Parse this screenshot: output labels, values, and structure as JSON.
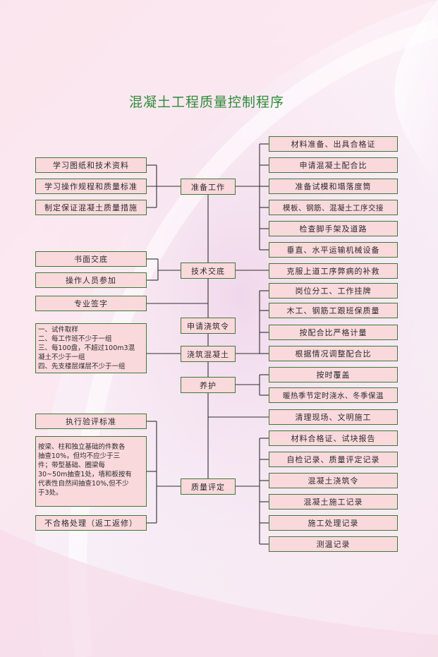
{
  "title": "混凝土工程质量控制程序",
  "center_steps": [
    "准备工作",
    "技术交底",
    "申请浇筑令",
    "浇筑混凝土",
    "养护",
    "质量评定"
  ],
  "left": {
    "prep": [
      "学习图纸和技术资料",
      "学习操作规程和质量标准",
      "制定保证混凝土质量措施"
    ],
    "tech": [
      "书面交底",
      "操作人员参加"
    ],
    "sign": "专业签字",
    "pour_note": [
      "一、试件取样",
      "二、每工作班不少于一组",
      "三、每100盘，不超过100m3混",
      "凝土不少于一组",
      "四、先支楼层煤层不少于一组"
    ],
    "eval_standard": "执行验评标准",
    "eval_note": [
      "按梁、柱和独立基础的件数各",
      "抽查10%，但均不应少于三",
      "件；带型基础、圈梁每",
      "30~50m抽查1处，墙和板按有",
      "代表性自然间抽查10%,但不少",
      "于3处。"
    ],
    "eval_fail": "不合格处理（返工返修）"
  },
  "right": {
    "prep": [
      "材料准备、出具合格证",
      "申请混凝土配合比",
      "准备试模和塌落度筒",
      "模板、钢筋、混凝土工序交接",
      "检查脚手架及道路",
      "垂直、水平运输机械设备"
    ],
    "tech": "克服上道工序弊病的补救",
    "pour": [
      "岗位分工、工作挂牌",
      "木工、钢筋工跟班保质量",
      "按配合比严格计量",
      "根据情况调整配合比"
    ],
    "cure": [
      "按时覆盖",
      "暖热季节定时浇水、冬季保温"
    ],
    "clean": "清理现场、文明施工",
    "eval": [
      "材料合格证、试块报告",
      "自检记录、质量评定记录",
      "混凝土浇筑令",
      "混凝土施工记录",
      "施工处理记录",
      "测温记录"
    ]
  },
  "colors": {
    "line": "#2f2f2f",
    "box_border": "#3d7a34",
    "box_fill": "#fad9dd",
    "title": "#2e8b3a"
  }
}
